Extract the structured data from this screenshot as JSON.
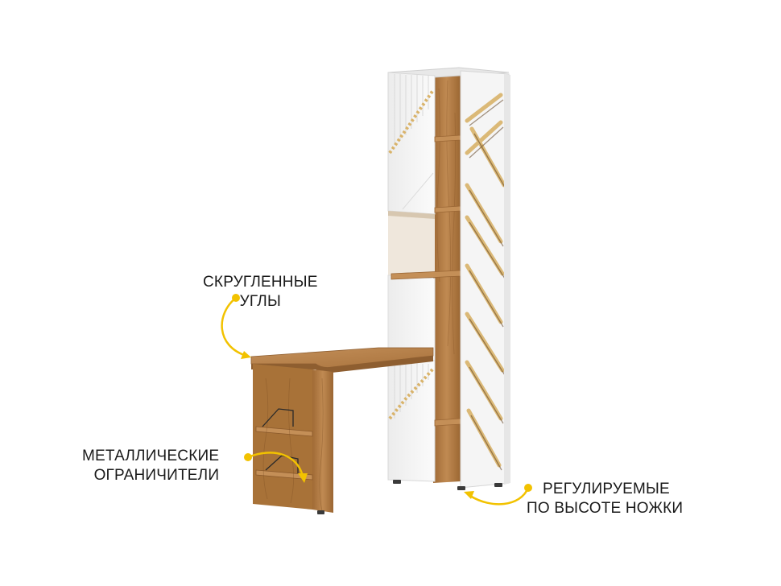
{
  "callouts": {
    "rounded_corners": {
      "line1": "СКРУГЛЕННЫЕ",
      "line2": "УГЛЫ"
    },
    "metal_limiters": {
      "line1": "МЕТАЛЛИЧЕСКИЕ",
      "line2": "ОГРАНИЧИТЕЛИ"
    },
    "adjustable_legs": {
      "line1": "РЕГУЛИРУЕМЫЕ",
      "line2": "ПО ВЫСОТЕ НОЖКИ"
    }
  },
  "colors": {
    "accent": "#f2c200",
    "oak": "#b9834b",
    "oak_dark": "#8e5e30",
    "white_panel": "#f4f4f4",
    "pattern_gold": "#d9b36a"
  }
}
